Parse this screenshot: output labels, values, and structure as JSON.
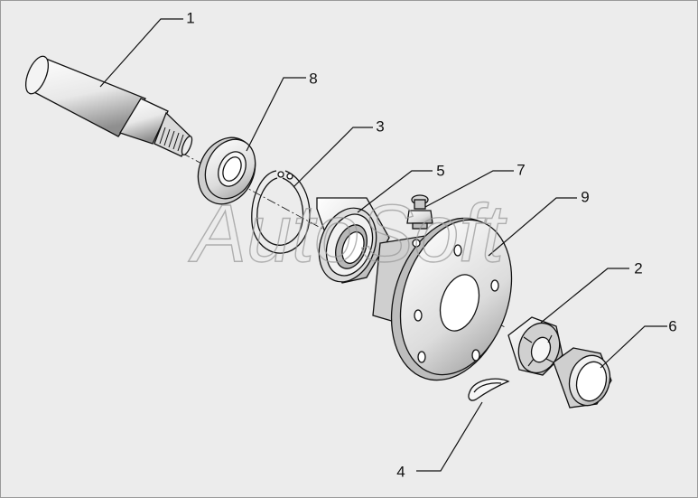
{
  "labels": {
    "p1": "1",
    "p2": "2",
    "p3": "3",
    "p4": "4",
    "p5": "5",
    "p6": "6",
    "p7": "7",
    "p8": "8",
    "p9": "9"
  },
  "watermark": {
    "text": "AutoSoft"
  },
  "colors": {
    "background": "#ececec",
    "stroke": "#111111",
    "fill": "#ffffff",
    "shade": "#bdbdbd"
  }
}
